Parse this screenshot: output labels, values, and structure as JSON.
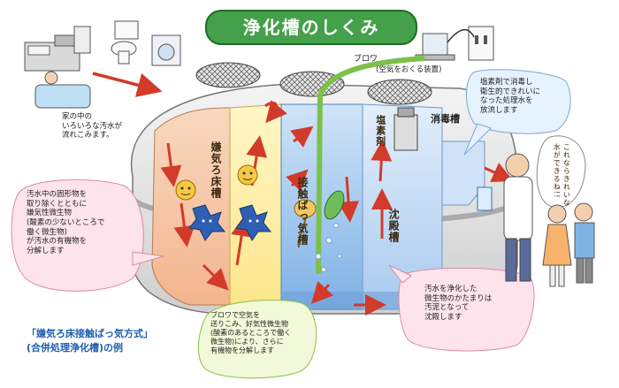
{
  "title": "浄化槽のしくみ",
  "labels": {
    "blower": "ブロワ",
    "blower_note": "(空気をおくる装置)",
    "wastewater_note": [
      "家の中の",
      "いろいろな汚水が",
      "流れこみます。"
    ],
    "chlorine_note": [
      "塩素剤で消毒し",
      "衛生的できれいに",
      "なった処理水を",
      "放流します"
    ],
    "disinfection_tank": "消毒槽",
    "chlorine_agent": "塩素剤",
    "anaerobic_tank": "嫌気ろ床槽",
    "contact_aeration_tank": "接触ばっ気槽",
    "sedimentation_tank": "沈殿槽",
    "anaerobic_note": [
      "汚水中の固形物を",
      "取り除くとともに",
      "嫌気性微生物",
      "(酸素の少ないところで",
      "働く微生物)",
      "が汚水の有機物を",
      "分解します"
    ],
    "aeration_note": [
      "ブロワで空気を",
      "送りこみ、好気性微生物",
      "(酸素のあるところで働く",
      "微生物)により、さらに",
      "有機物を分解します"
    ],
    "sediment_note": [
      "汚水を浄化した",
      "微生物のかたまりは",
      "汚泥となって",
      "沈殿します"
    ],
    "speech": [
      "これならきれいな",
      "水ができるね!!"
    ]
  },
  "caption": [
    "「嫌気ろ床接触ばっ気方式」",
    "(合併処理浄化槽)の例"
  ],
  "colors": {
    "title_bg": "#44a04a",
    "anaerobic": "#f6c7a6",
    "aeration": "#cfe2f7",
    "sedimentation": "#dcebfa",
    "arrow": "#d23a2a",
    "pipe": "#7cc04a"
  }
}
